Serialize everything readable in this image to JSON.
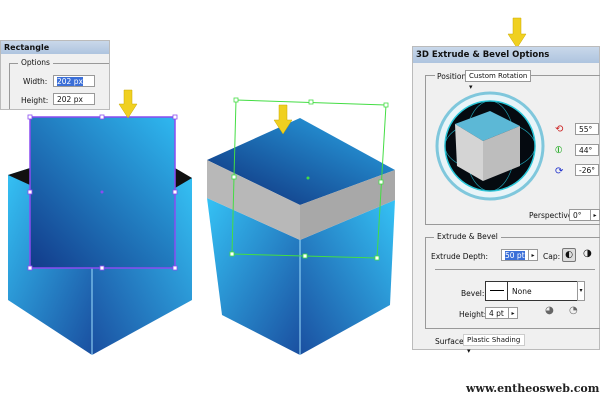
{
  "rectangle_dialog": {
    "title": "Rectangle",
    "options_label": "Options",
    "width_label": "Width:",
    "width_value": "202 px",
    "height_label": "Height:",
    "height_value": "202 px"
  },
  "extrude_dialog": {
    "title": "3D Extrude & Bevel Options",
    "position_label": "Position:",
    "position_value": "Custom Rotation",
    "rotation_x": "55°",
    "rotation_y": "44°",
    "rotation_z": "-26°",
    "perspective_label": "Perspective:",
    "perspective_value": "0°",
    "extrude_group_label": "Extrude & Bevel",
    "extrude_depth_label": "Extrude Depth:",
    "extrude_depth_value": "50 pt",
    "cap_label": "Cap:",
    "bevel_label": "Bevel:",
    "bevel_value": "None",
    "height_label": "Height:",
    "height_value": "4 pt",
    "surface_label": "Surface:",
    "surface_value": "Plastic Shading"
  },
  "watermark": "www.entheosweb.com",
  "colors": {
    "arrow": "#f0d020",
    "cube_light": "#2fb8f0",
    "cube_dark": "#123a8a",
    "selection_purple": "#8a4cf0",
    "selection_green": "#44dd44"
  },
  "icons": [
    "arrow-down-icon",
    "rotate-x-icon",
    "rotate-y-icon",
    "rotate-z-icon",
    "cap-on-icon",
    "cap-off-icon",
    "bevel-out-icon",
    "bevel-in-icon"
  ]
}
